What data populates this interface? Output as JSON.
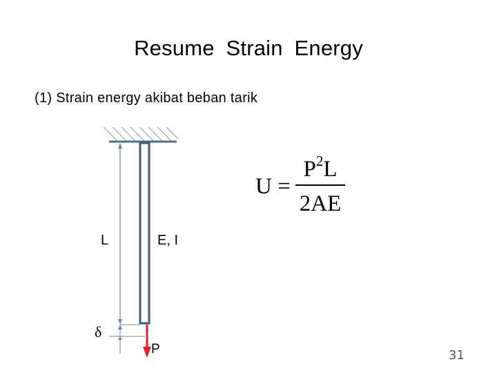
{
  "slide": {
    "title": "Resume   Strain   Energy",
    "subtitle": "(1) Strain energy akibat beban tarik",
    "page_number": "31"
  },
  "figure": {
    "length_label": "L",
    "property_label": "E, I",
    "elongation_label": "δ",
    "load_label": "P",
    "bar_color": "#3c5a7a",
    "support_color": "#4a6e96",
    "load_arrow_color": "#e02020"
  },
  "formula": {
    "lhs": "U =",
    "numerator_base": "P",
    "numerator_exponent": "2",
    "numerator_tail": "L",
    "denominator": "2AE"
  }
}
